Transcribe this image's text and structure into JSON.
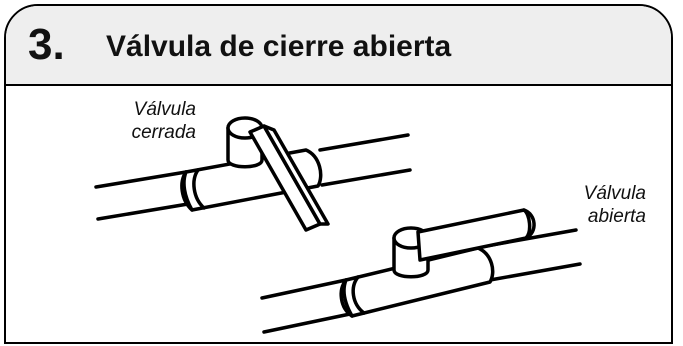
{
  "header": {
    "step_number": "3.",
    "title": "Válvula de cierre abierta"
  },
  "labels": {
    "closed_valve": "Válvula cerrada",
    "open_valve": "Válvula abierta"
  }
}
